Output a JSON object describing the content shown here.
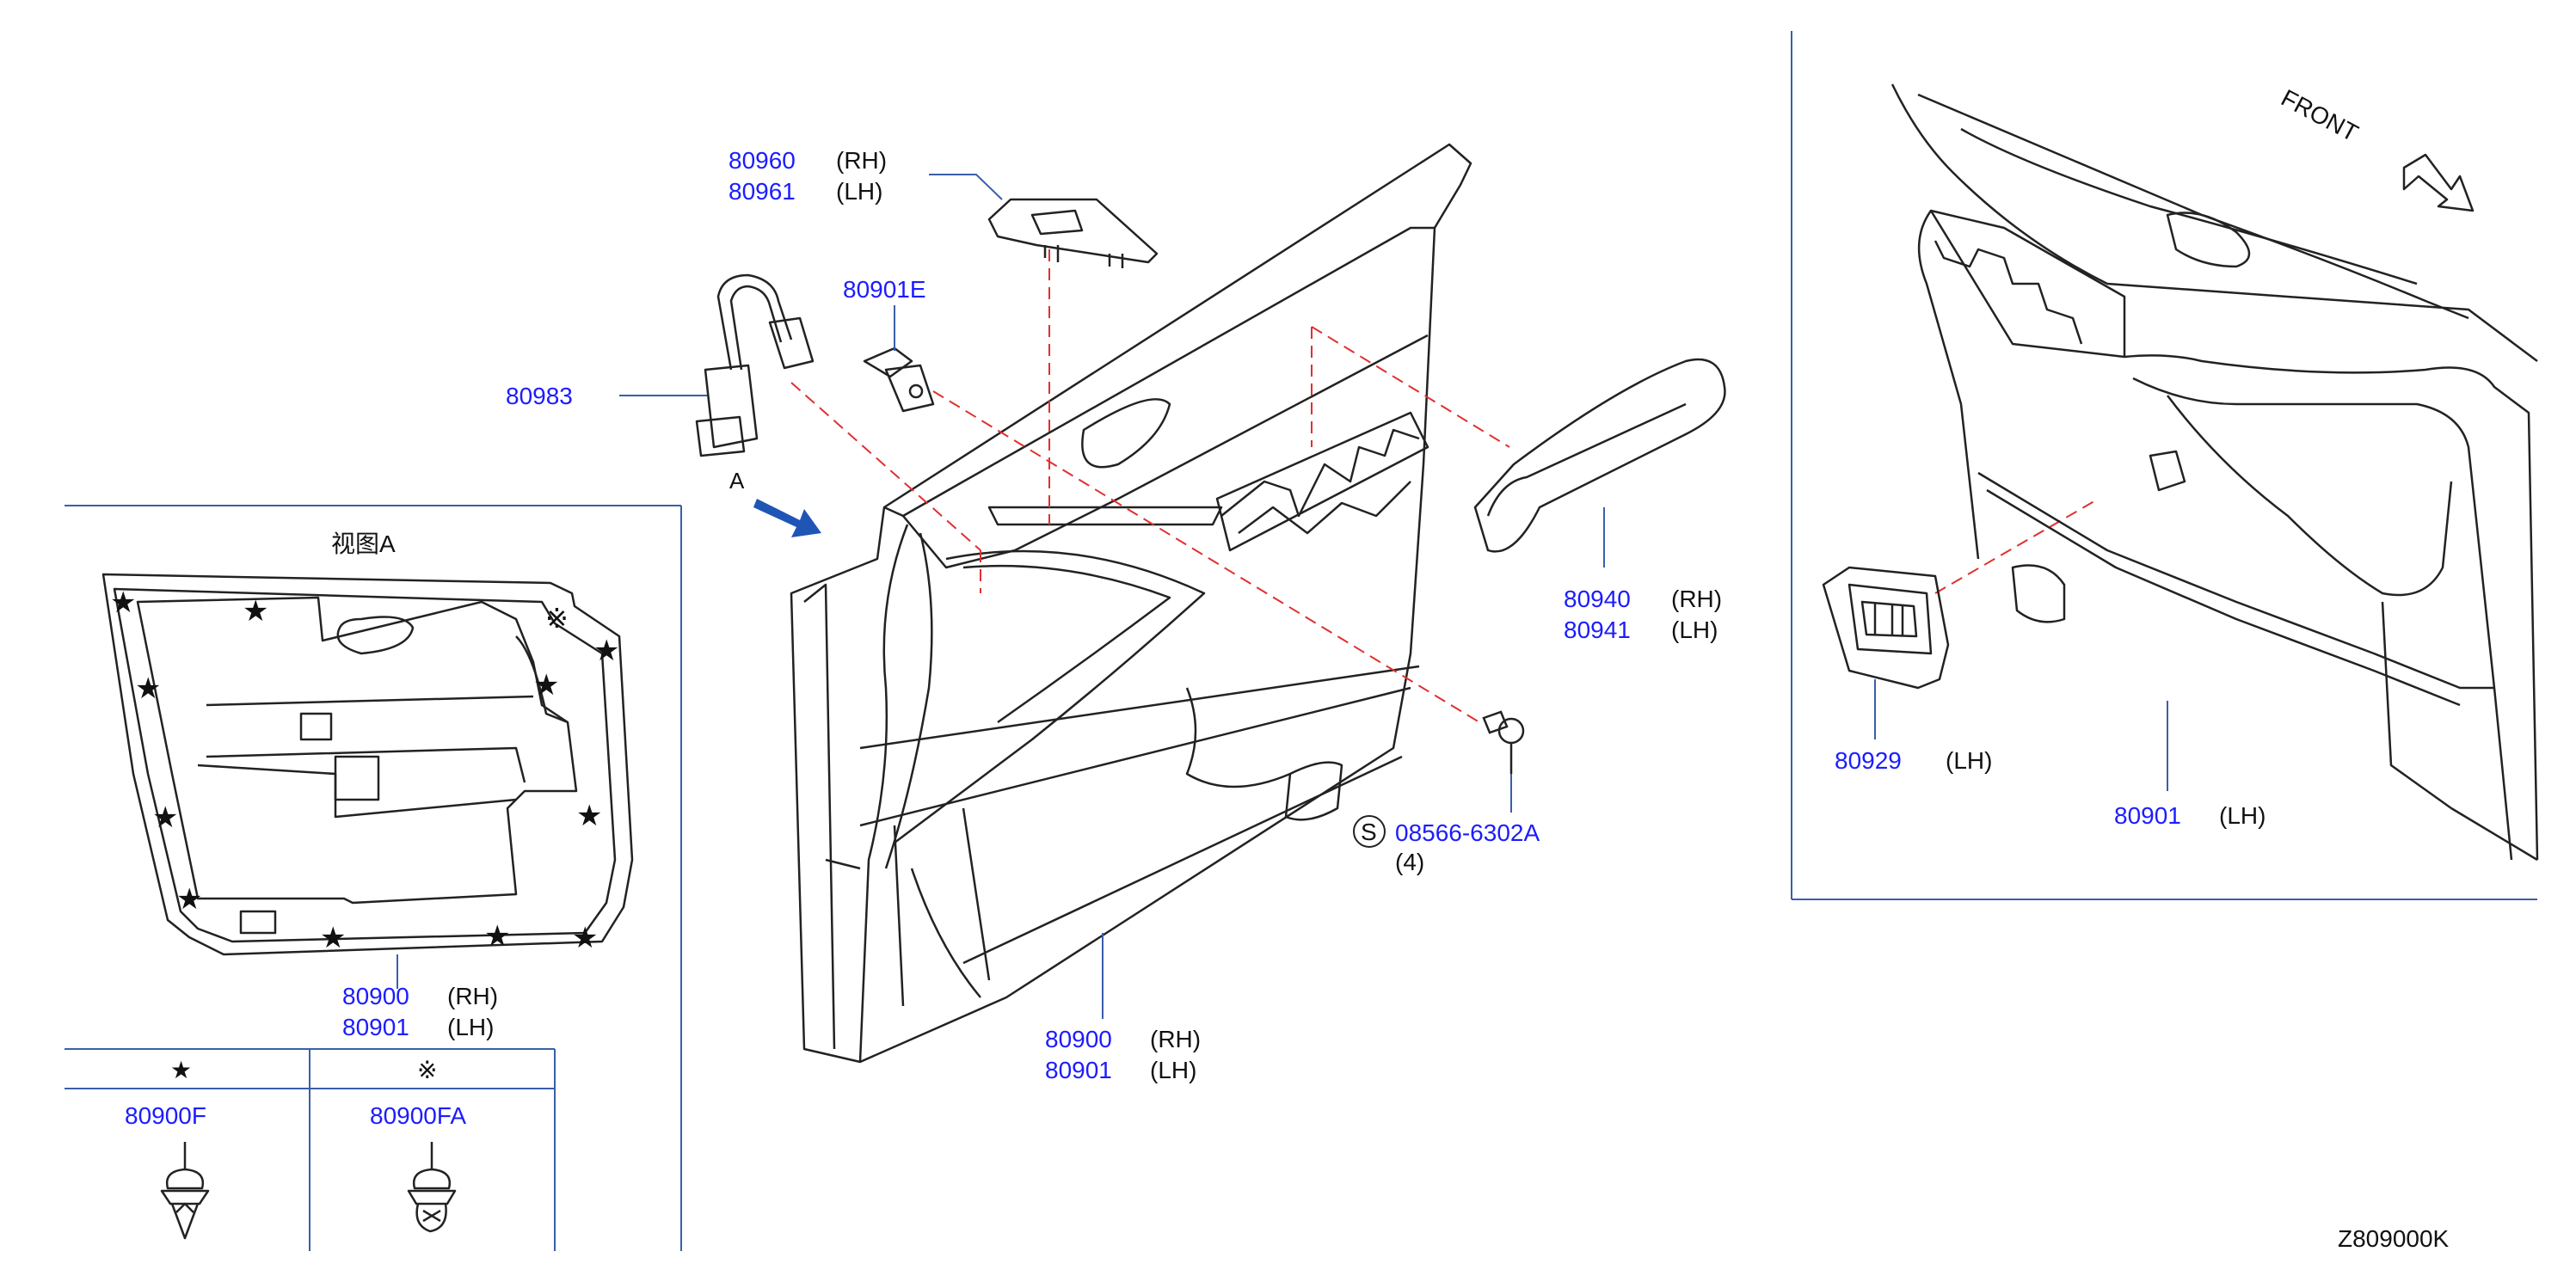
{
  "diagram_id": "Z809000K",
  "view_label": "视图A",
  "arrow_label": "A",
  "front_label": "FRONT",
  "callouts": {
    "switch_bezel": {
      "rh_part": "80960",
      "rh": "(RH)",
      "lh_part": "80961",
      "lh": "(LH)"
    },
    "clip_80901e": {
      "part": "80901E"
    },
    "harness": {
      "part": "80983"
    },
    "armrest": {
      "rh_part": "80940",
      "rh": "(RH)",
      "lh_part": "80941",
      "lh": "(LH)"
    },
    "screw": {
      "symbol": "S",
      "part": "08566-6302A",
      "qty": "(4)"
    },
    "trim_main": {
      "rh_part": "80900",
      "rh": "(RH)",
      "lh_part": "80901",
      "lh": "(LH)"
    },
    "trim_view": {
      "rh_part": "80900",
      "rh": "(RH)",
      "lh_part": "80901",
      "lh": "(LH)"
    },
    "switch_lh": {
      "part": "80929",
      "side": "(LH)"
    },
    "trim_lh": {
      "part": "80901",
      "side": "(LH)"
    }
  },
  "clip_table": {
    "col1": {
      "symbol": "★",
      "part": "80900F"
    },
    "col2": {
      "symbol": "※",
      "part": "80900FA"
    }
  },
  "colors": {
    "part_number": "#1c1cff",
    "line": "#222222",
    "leader_box": "#3a5fa8",
    "dash": "#e03030",
    "arrow": "#1f55b5"
  }
}
